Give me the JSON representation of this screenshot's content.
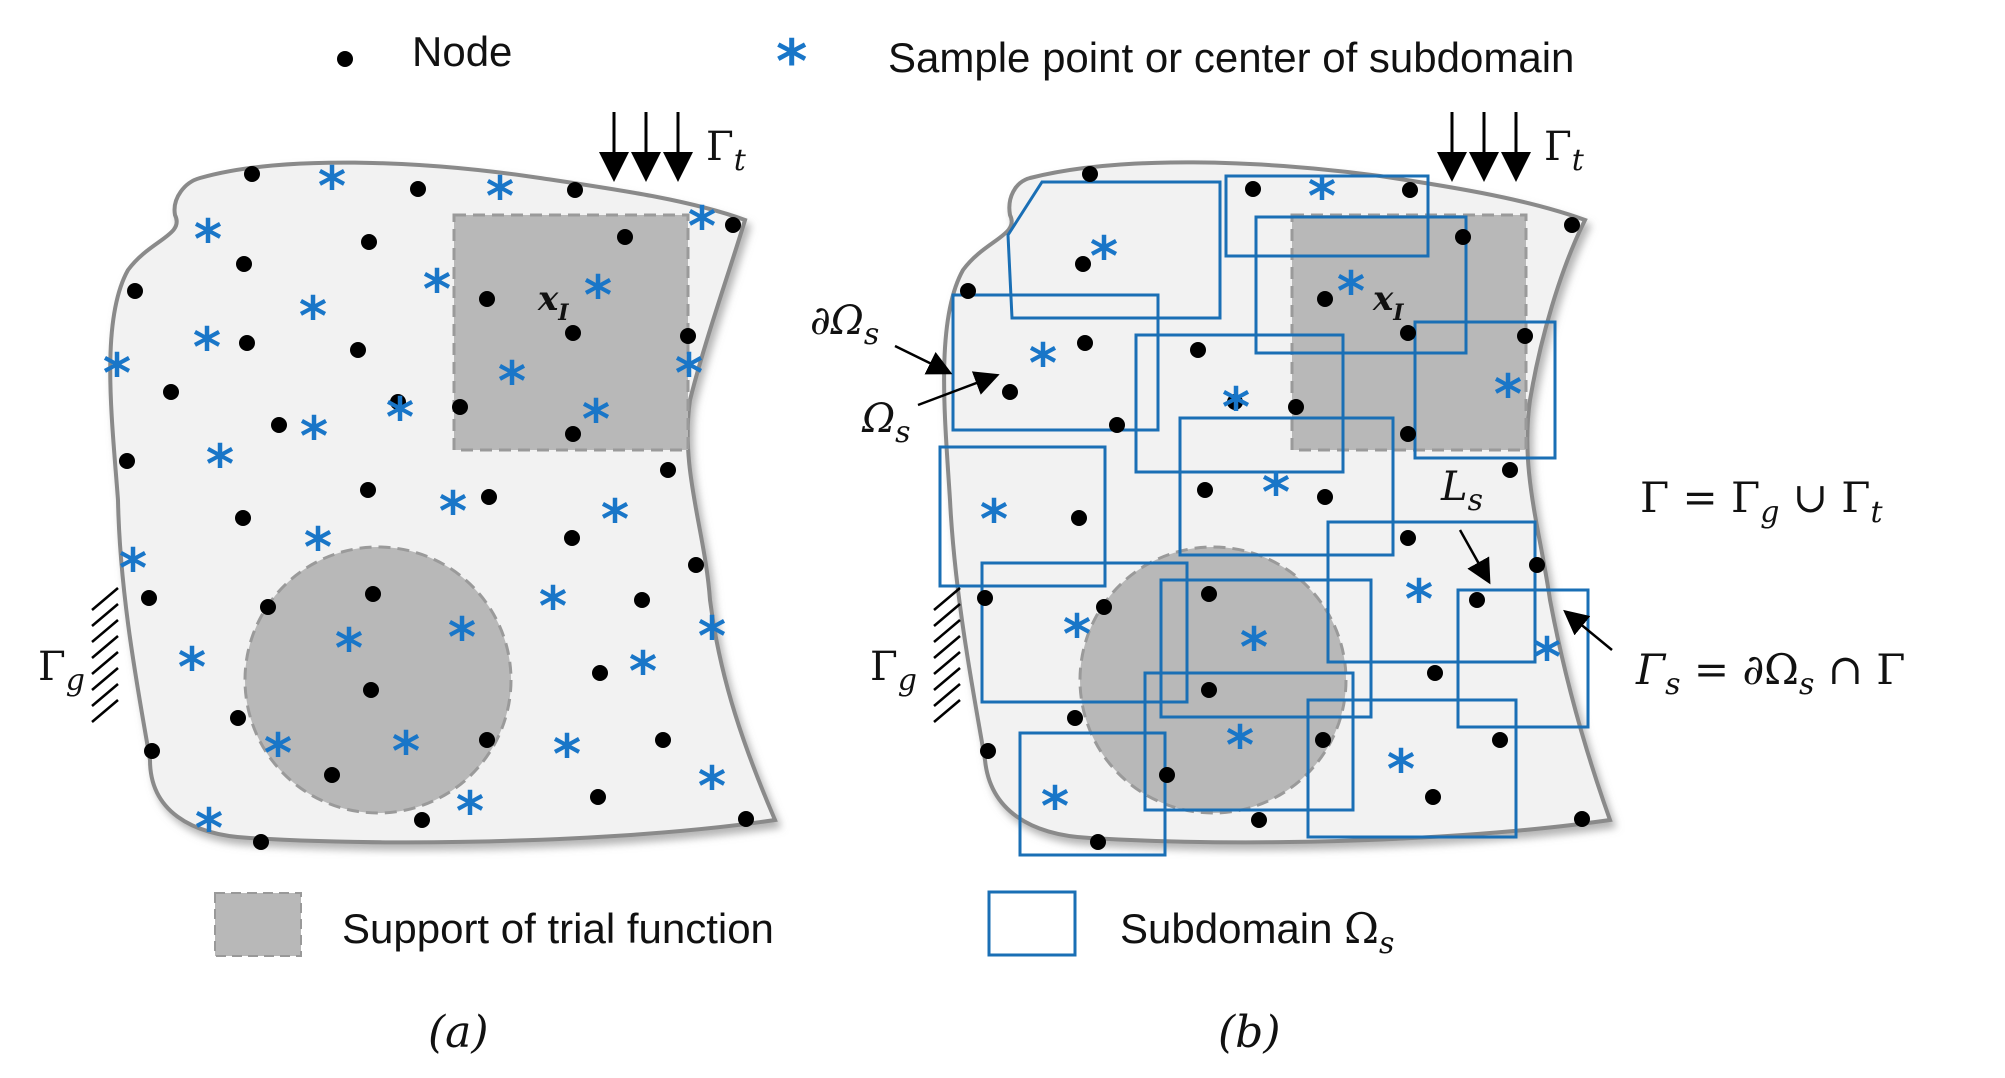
{
  "legend": {
    "node": "Node",
    "sample_point": "Sample point or center of subdomain",
    "support": "Support of trial function",
    "subdomain_prefix": "Subdomain ",
    "omega": "Ω",
    "sub_s": "s"
  },
  "panel_a": {
    "caption": "(a)"
  },
  "panel_b": {
    "caption": "(b)"
  },
  "labels": {
    "gamma": "Γ",
    "t": "t",
    "g": "g",
    "x": "x",
    "I": "I",
    "partial_omega": "∂Ω",
    "s": "s",
    "omega": "Ω",
    "L": "L",
    "gamma_eq_lhs": "Γ = Γ",
    "gamma_eq_mid": " ∪ Γ",
    "gamma_s_lhs": "Γ",
    "gamma_s_rhs": " = ∂Ω",
    "gamma_s_tail": " ∩ Γ"
  },
  "colors": {
    "domain_fill": "#f2f2f2",
    "support_fill": "#b8b8b8",
    "subdomain_stroke": "#1a6fb5",
    "star": "#1976c8",
    "node": "#000000"
  },
  "icons": [
    "node-dot",
    "sample-star",
    "arrow",
    "hatched-support"
  ]
}
